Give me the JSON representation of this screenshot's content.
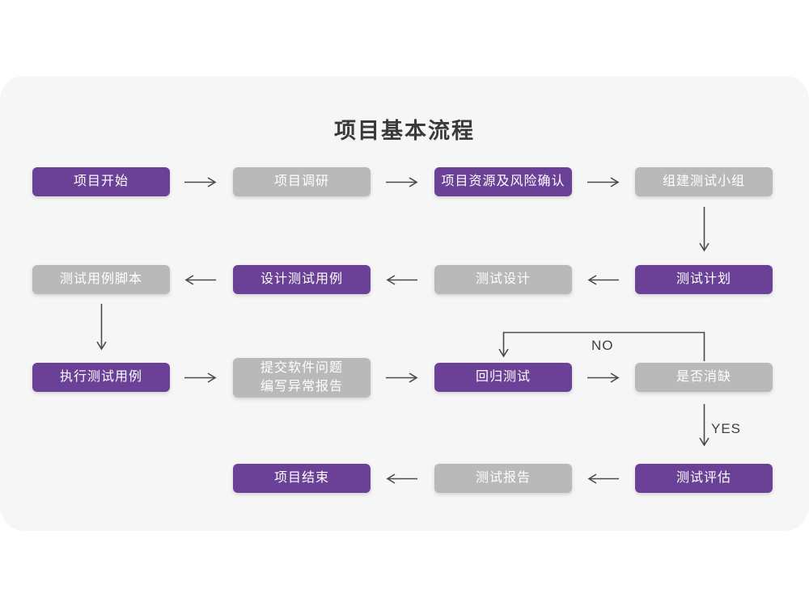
{
  "title": "项目基本流程",
  "flow": {
    "nodes": [
      {
        "label": "项目开始",
        "variant": "purple"
      },
      {
        "label": "项目调研",
        "variant": "gray"
      },
      {
        "label": "项目资源及风险确认",
        "variant": "purple"
      },
      {
        "label": "组建测试小组",
        "variant": "gray"
      },
      {
        "label": "测试计划",
        "variant": "purple"
      },
      {
        "label": "测试设计",
        "variant": "gray"
      },
      {
        "label": "设计测试用例",
        "variant": "purple"
      },
      {
        "label": "测试用例脚本",
        "variant": "gray"
      },
      {
        "label": "执行测试用例",
        "variant": "purple"
      },
      {
        "line1": "提交软件问题",
        "line2": "编写异常报告",
        "variant": "gray"
      },
      {
        "label": "回归测试",
        "variant": "purple"
      },
      {
        "label": "是否消缺",
        "variant": "gray"
      },
      {
        "label": "测试评估",
        "variant": "purple"
      },
      {
        "label": "测试报告",
        "variant": "gray"
      },
      {
        "label": "项目结束",
        "variant": "purple"
      }
    ],
    "edge_labels": {
      "no": "NO",
      "yes": "YES"
    }
  },
  "colors": {
    "purple": "#6a4197",
    "gray": "#b9b9b9",
    "card_bg": "#f6f6f7",
    "page_bg": "#ffffff",
    "arrow": "#4a4a4a",
    "label_text": "#ffffff",
    "title_text": "#3a3a3a",
    "annotation_text": "#3f3f3f"
  }
}
